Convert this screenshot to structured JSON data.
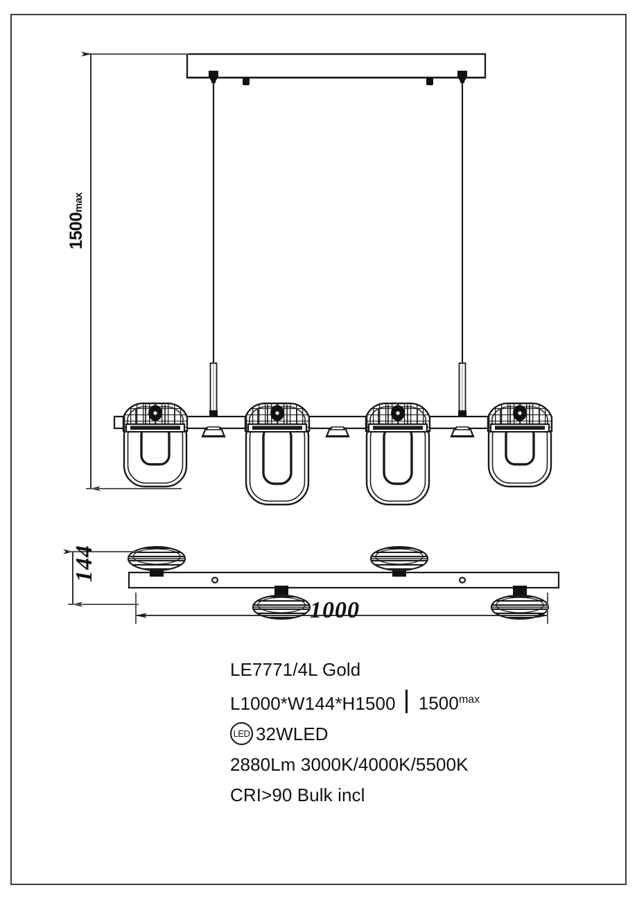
{
  "product": {
    "model": "LE7771/4L Gold",
    "dimensions_text": "L1000*W144*H1500",
    "drop_value": "1500",
    "drop_suffix": "max",
    "led_badge": "LED",
    "wattage": "32WLED",
    "lumens_cct": "2880Lm  3000K/4000K/5500K",
    "cri_bulb": "CRI>90  Bulk  incl"
  },
  "dimensions": {
    "height_value": "1500",
    "height_suffix": "max",
    "width_depth": "144",
    "length": "1000"
  },
  "drawing": {
    "title": "Pendant light technical drawing LE7771/4L Gold",
    "views": [
      {
        "name": "front-elevation",
        "lamp_count": 4
      },
      {
        "name": "plan-view",
        "lamp_count": 4
      }
    ],
    "line_color": "#1a1a1a",
    "frame_color": "#3a3a3f"
  }
}
